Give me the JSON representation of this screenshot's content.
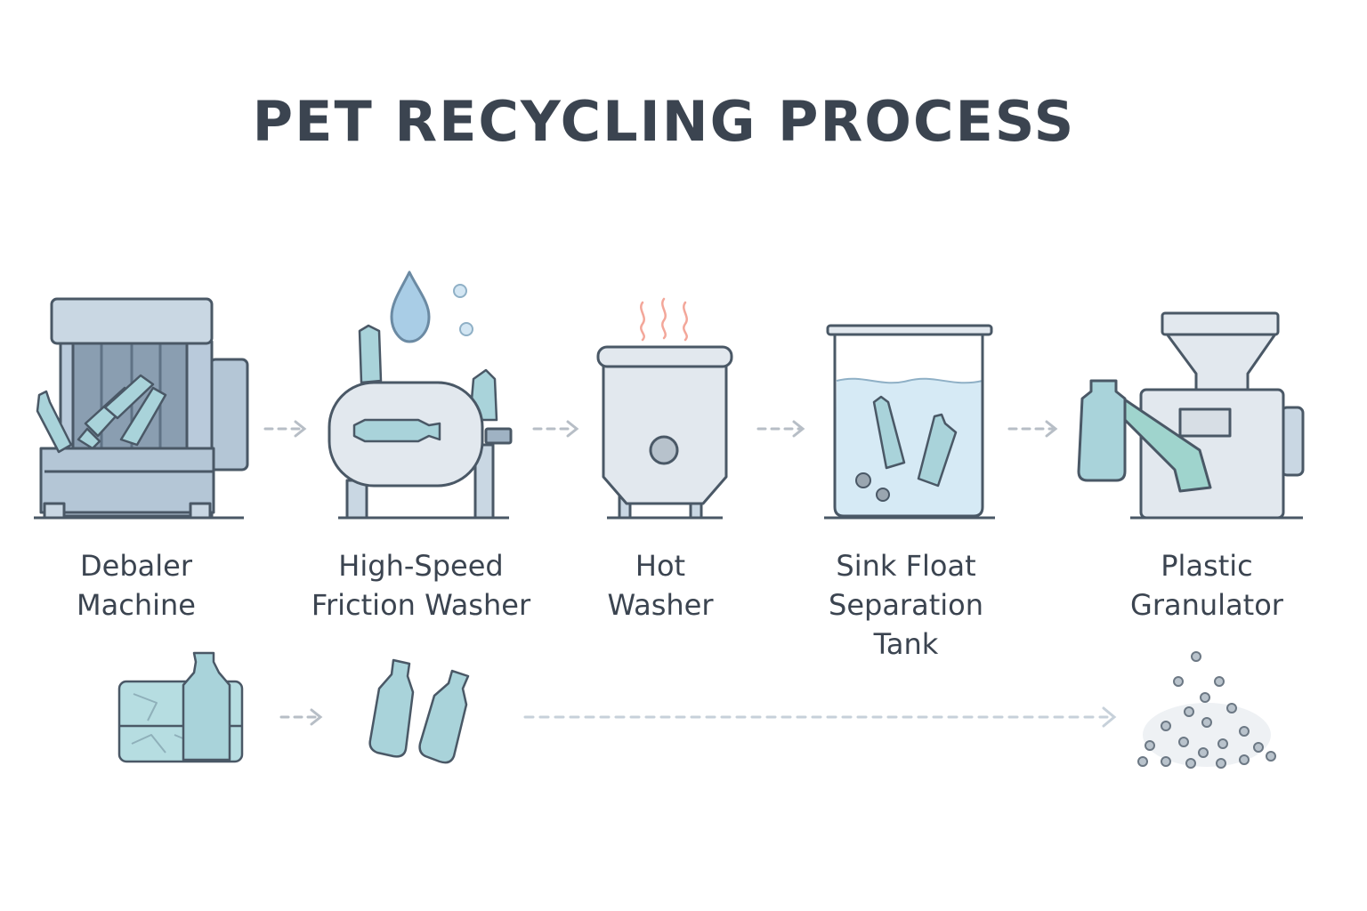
{
  "title": "PET RECYCLING PROCESS",
  "steps": [
    {
      "lines": [
        "Debaler",
        "Machine"
      ]
    },
    {
      "lines": [
        "High-Speed",
        "Friction Washer"
      ]
    },
    {
      "lines": [
        "Hot",
        "Washer"
      ]
    },
    {
      "lines": [
        "Sink Float",
        "Separation",
        "Tank"
      ]
    },
    {
      "lines": [
        "Plastic",
        "Granulator"
      ]
    }
  ],
  "colors": {
    "machine_fill": "#c9d7e3",
    "machine_stroke": "#4a5866",
    "bottle_fill": "#a9d3da",
    "water_fill": "#d6eaf5",
    "arrow": "#b7bec6",
    "steam": "#f3a79a",
    "chute": "#9fd4cd"
  },
  "icons": [
    "debaler-machine-icon",
    "friction-washer-icon",
    "hot-washer-icon",
    "sink-float-tank-icon",
    "granulator-icon",
    "bale-icon",
    "bottles-icon",
    "pellets-icon",
    "water-drop-icon"
  ]
}
